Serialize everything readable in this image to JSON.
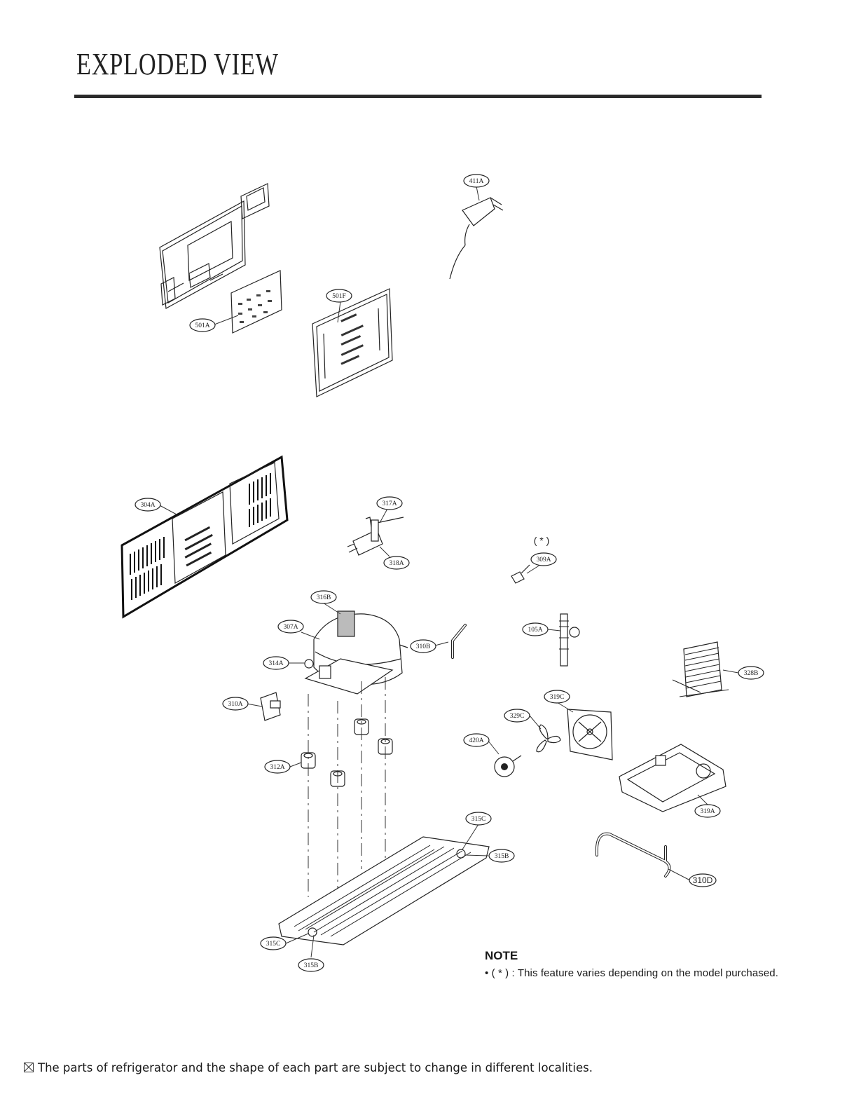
{
  "page": {
    "title": "EXPLODED VIEW"
  },
  "callouts": [
    {
      "id": "411A",
      "text": "411A"
    },
    {
      "id": "501A",
      "text": "501A"
    },
    {
      "id": "501F",
      "text": "501F"
    },
    {
      "id": "304A",
      "text": "304A"
    },
    {
      "id": "317A",
      "text": "317A"
    },
    {
      "id": "318A",
      "text": "318A"
    },
    {
      "id": "309A",
      "text": "309A"
    },
    {
      "id": "316B",
      "text": "316B"
    },
    {
      "id": "307A",
      "text": "307A"
    },
    {
      "id": "314A",
      "text": "314A"
    },
    {
      "id": "310A",
      "text": "310A"
    },
    {
      "id": "310B",
      "text": "310B"
    },
    {
      "id": "105A",
      "text": "105A"
    },
    {
      "id": "328B",
      "text": "328B"
    },
    {
      "id": "319C",
      "text": "319C"
    },
    {
      "id": "329C",
      "text": "329C"
    },
    {
      "id": "420A",
      "text": "420A"
    },
    {
      "id": "312A",
      "text": "312A"
    },
    {
      "id": "319A",
      "text": "319A"
    },
    {
      "id": "315C_top",
      "text": "315C"
    },
    {
      "id": "315B_top",
      "text": "315B"
    },
    {
      "id": "310D",
      "text": "310D"
    },
    {
      "id": "315C_bottom",
      "text": "315C"
    },
    {
      "id": "315B_bottom",
      "text": "315B"
    }
  ],
  "optional_marker": "( * )",
  "note": {
    "heading": "NOTE",
    "text": "• ( * ) : This feature varies depending on the model purchased."
  },
  "footer": {
    "icon": "crossed-box-icon",
    "text": "The parts of refrigerator and the shape of each part are subject to change in different localities."
  }
}
